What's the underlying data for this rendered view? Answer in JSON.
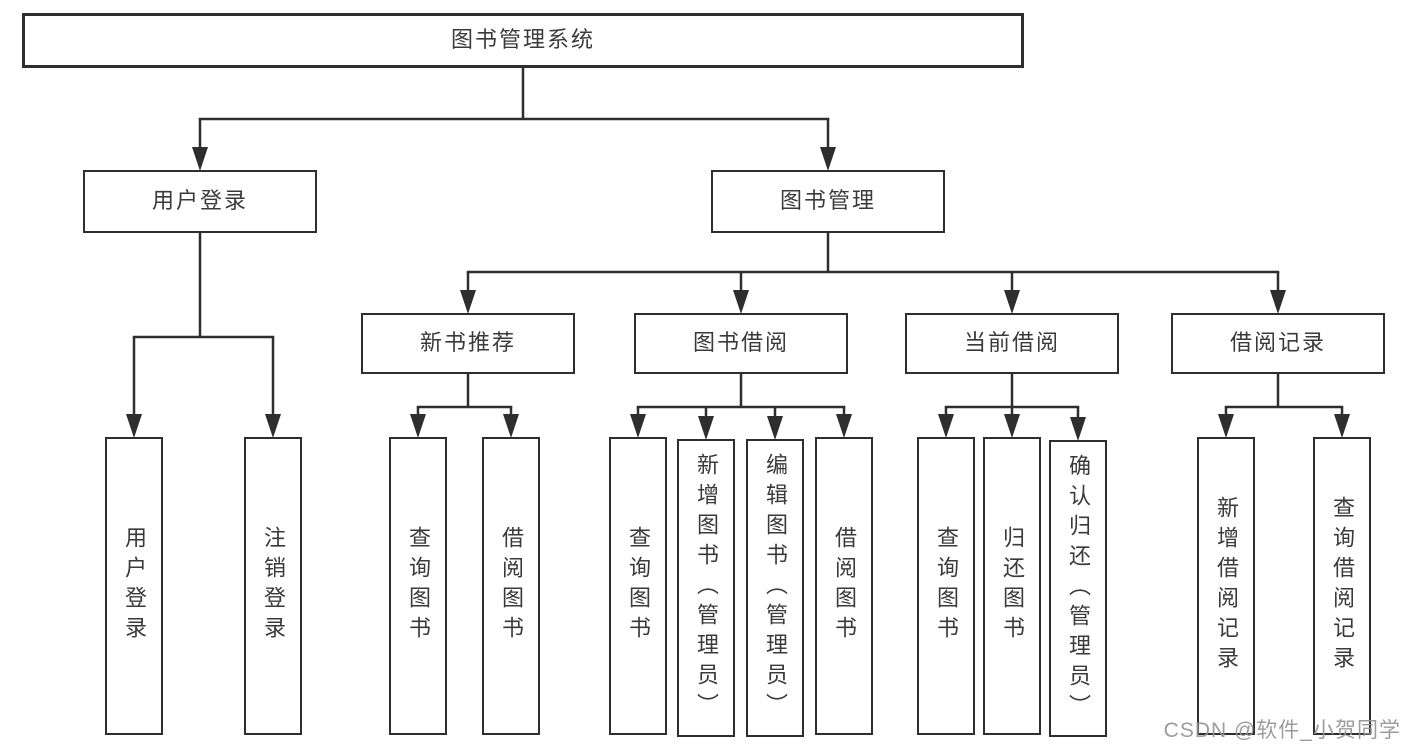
{
  "watermark": "CSDN @软件_小贺同学",
  "diagram": {
    "title": "图书管理系统",
    "nodes": [
      {
        "id": "root",
        "label": "图书管理系统",
        "orient": "h"
      },
      {
        "id": "user-login",
        "label": "用户登录",
        "orient": "h"
      },
      {
        "id": "book-manage",
        "label": "图书管理",
        "orient": "h"
      },
      {
        "id": "login",
        "label": "用户登录",
        "orient": "v"
      },
      {
        "id": "logout",
        "label": "注销登录",
        "orient": "v"
      },
      {
        "id": "new-book-recommend",
        "label": "新书推荐",
        "orient": "h"
      },
      {
        "id": "book-borrow",
        "label": "图书借阅",
        "orient": "h"
      },
      {
        "id": "current-borrow",
        "label": "当前借阅",
        "orient": "h"
      },
      {
        "id": "borrow-record",
        "label": "借阅记录",
        "orient": "h"
      },
      {
        "id": "nbr-query-book",
        "label": "查询图书",
        "orient": "v"
      },
      {
        "id": "nbr-borrow-book",
        "label": "借阅图书",
        "orient": "v"
      },
      {
        "id": "bb-query-book",
        "label": "查询图书",
        "orient": "v"
      },
      {
        "id": "bb-add-book",
        "label": "新增图书（管理员）",
        "orient": "v"
      },
      {
        "id": "bb-edit-book",
        "label": "编辑图书（管理员）",
        "orient": "v"
      },
      {
        "id": "bb-borrow-book",
        "label": "借阅图书",
        "orient": "v"
      },
      {
        "id": "cb-query-book",
        "label": "查询图书",
        "orient": "v"
      },
      {
        "id": "cb-return-book",
        "label": "归还图书",
        "orient": "v"
      },
      {
        "id": "cb-confirm-return",
        "label": "确认归还（管理员）",
        "orient": "v"
      },
      {
        "id": "br-add-record",
        "label": "新增借阅记录",
        "orient": "v"
      },
      {
        "id": "br-query-record",
        "label": "查询借阅记录",
        "orient": "v"
      }
    ],
    "edges": [
      {
        "from": "root",
        "to": [
          "user-login",
          "book-manage"
        ]
      },
      {
        "from": "user-login",
        "to": [
          "login",
          "logout"
        ]
      },
      {
        "from": "book-manage",
        "to": [
          "new-book-recommend",
          "book-borrow",
          "current-borrow",
          "borrow-record"
        ]
      },
      {
        "from": "new-book-recommend",
        "to": [
          "nbr-query-book",
          "nbr-borrow-book"
        ]
      },
      {
        "from": "book-borrow",
        "to": [
          "bb-query-book",
          "bb-add-book",
          "bb-edit-book",
          "bb-borrow-book"
        ]
      },
      {
        "from": "current-borrow",
        "to": [
          "cb-query-book",
          "cb-return-book",
          "cb-confirm-return"
        ]
      },
      {
        "from": "borrow-record",
        "to": [
          "br-add-record",
          "br-query-record"
        ]
      }
    ],
    "line_color": "#2e2e2e",
    "text_color": "#3a3a3a",
    "background": "#ffffff"
  }
}
